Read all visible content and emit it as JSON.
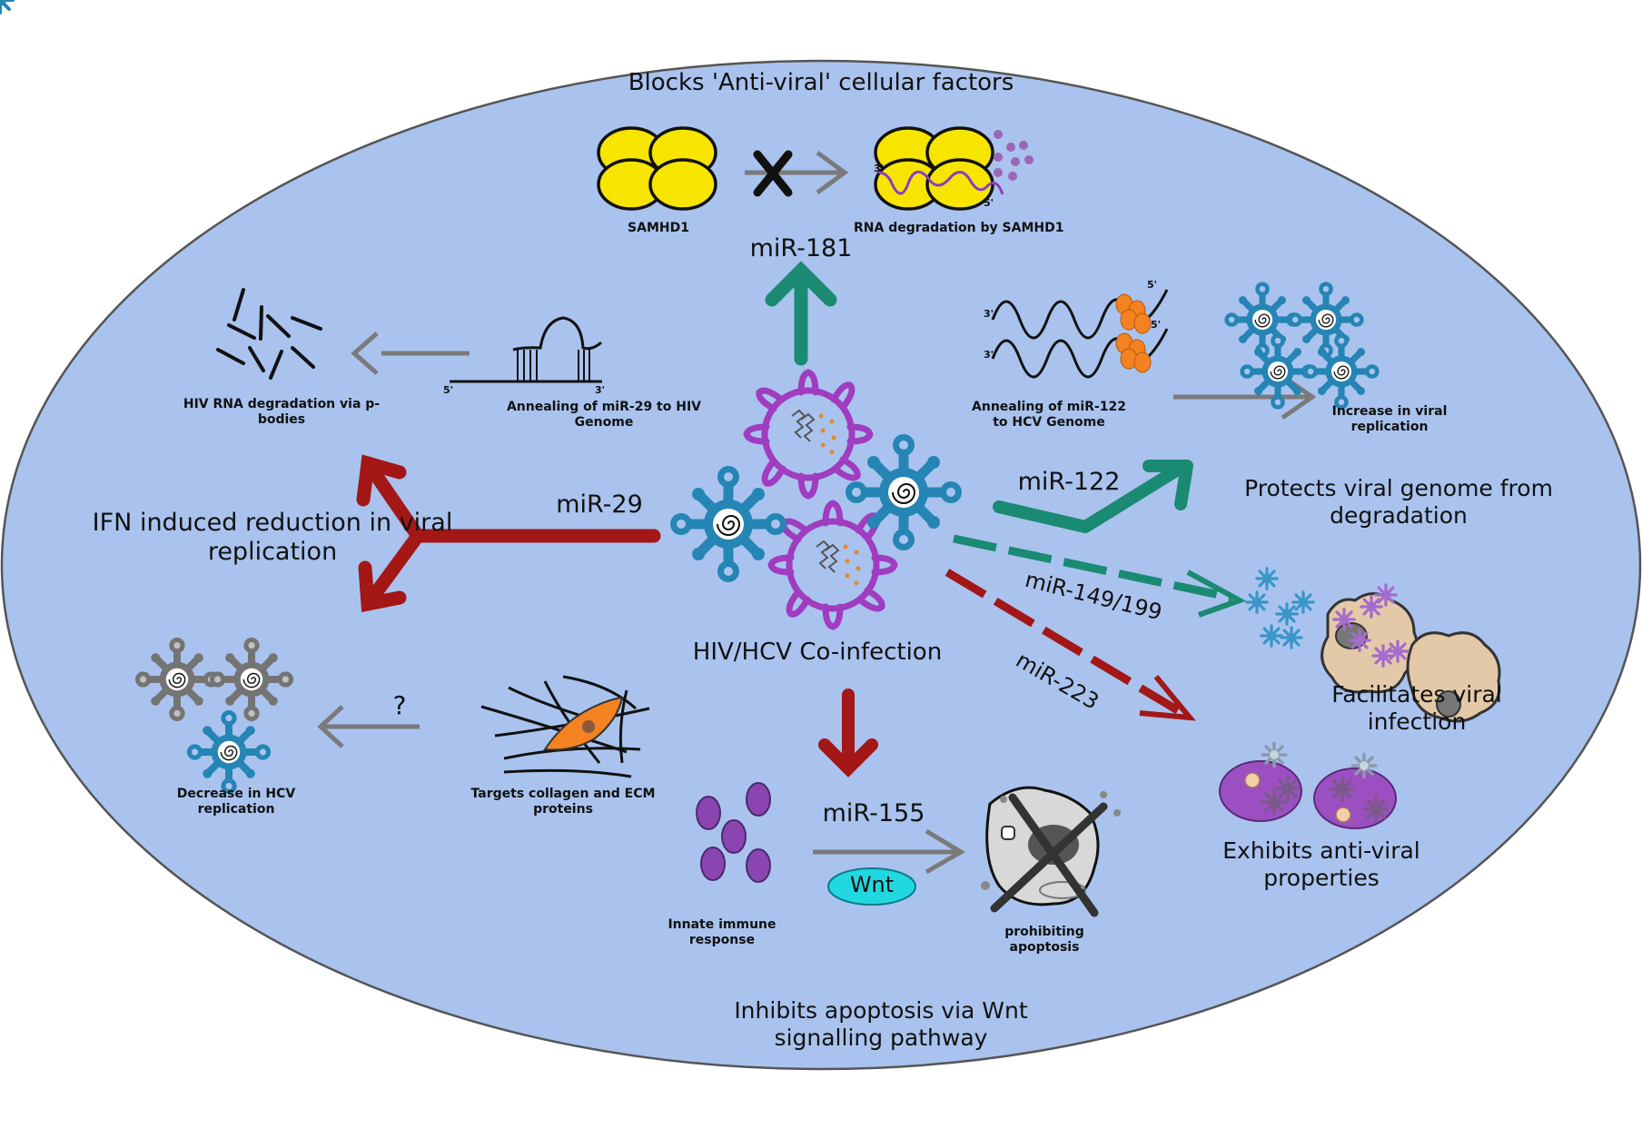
{
  "colors": {
    "cell_fill": "#a9c3ee",
    "cell_outline": "#555555",
    "background": "#ffffff",
    "inhibit_red": "#a31717",
    "activate_green": "#1a8a72",
    "gray_arrow": "#7a7a7a",
    "hiv_purple": "#a03cc0",
    "hcv_blue": "#2585b4",
    "samhd1_yellow": "#f7e500",
    "orange": "#f58220",
    "wnt_cyan": "#22d8e0"
  },
  "title": "Blocks 'Anti-viral' cellular factors",
  "center": {
    "label": "HIV/HCV Co-infection"
  },
  "top": {
    "mirna": "miR-181",
    "samhd1_label": "SAMHD1",
    "rna_degradation_label": "RNA degradation by SAMHD1",
    "prime3": "3'",
    "prime5": "5'"
  },
  "upper_left": {
    "annealing_label": "Annealing of miR-29 to HIV Genome",
    "degradation_label": "HIV RNA degradation via p-bodies",
    "prime5": "5'",
    "prime3": "3'"
  },
  "left": {
    "mirna": "miR-29",
    "effect": "IFN induced reduction in viral replication"
  },
  "lower_left": {
    "question": "?",
    "collagen_label": "Targets collagen and ECM proteins",
    "decrease_label": "Decrease in HCV replication"
  },
  "bottom": {
    "mirna": "miR-155",
    "wnt": "Wnt",
    "innate_label": "Innate immune response",
    "apoptosis_label": "prohibiting apoptosis",
    "effect": "Inhibits apoptosis via Wnt signalling pathway"
  },
  "upper_right": {
    "annealing_label": "Annealing of miR-122 to HCV Genome",
    "increase_label": "Increase in viral replication",
    "prime3": "3'",
    "prime5": "5'"
  },
  "right": {
    "mir122": "miR-122",
    "mir122_effect": "Protects viral genome from degradation",
    "mir149": "miR-149/199",
    "mir149_effect": "Facilitates viral infection",
    "mir223": "miR-223",
    "mir223_effect": "Exhibits anti-viral properties"
  }
}
